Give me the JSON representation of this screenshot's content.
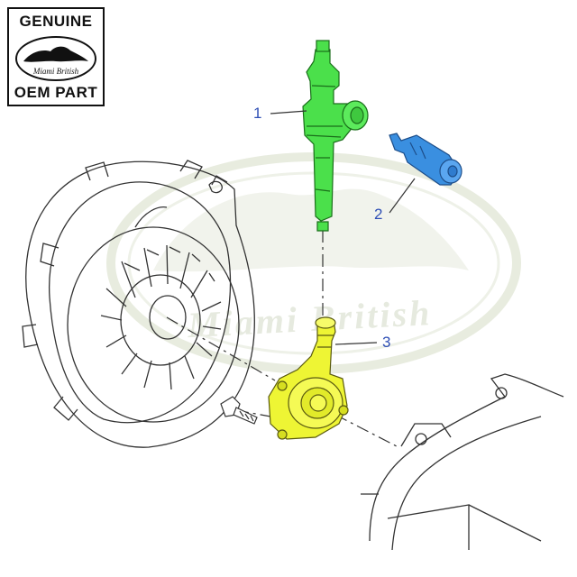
{
  "badge": {
    "top_text": "GENUINE",
    "bottom_text": "OEM PART",
    "logo_text": "Miami British"
  },
  "watermark": {
    "text": "Miami British"
  },
  "callouts": [
    {
      "label": "1",
      "part": "clutch-master-cylinder-pipe",
      "color": "#3fd23f"
    },
    {
      "label": "2",
      "part": "bleed-fitting",
      "color": "#3a8fe0"
    },
    {
      "label": "3",
      "part": "concentric-slave-cylinder",
      "color": "#e8f030"
    }
  ],
  "colors": {
    "callout_text": "#2f4fb5",
    "line_art": "#333333",
    "watermark": "#e6eadf"
  }
}
